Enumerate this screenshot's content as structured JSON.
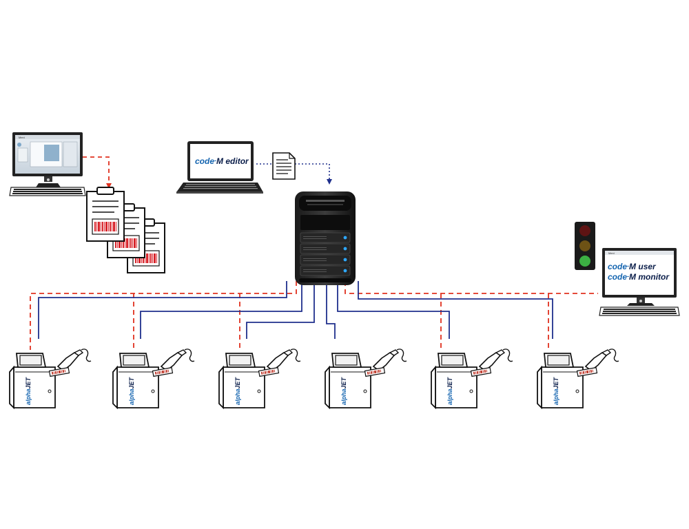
{
  "colors": {
    "ethernet_line": "#1f2f8c",
    "network_dashed": "#e0301e",
    "editor_dotted": "#1f2f8c",
    "brand_blue": "#1565b0",
    "brand_navy": "#0b1e4a",
    "light_red": "#c62828",
    "light_amber": "#7a5a16",
    "light_green": "#3cb043"
  },
  "workstation": {
    "window_title": "Meni",
    "icon": "desktop-monitor-icon"
  },
  "editor_laptop": {
    "brand_code": "code",
    "brand_dash": "-",
    "brand_m": "M",
    "product": "editor",
    "icon": "laptop-icon"
  },
  "document": {
    "icon": "document-icon"
  },
  "server": {
    "icon": "server-rack-icon"
  },
  "job_sheets": {
    "icon": "clipboard-barcode-icon"
  },
  "status_light": {
    "icon": "traffic-light-icon"
  },
  "monitor_station": {
    "window_title": "Meni",
    "brand_code": "code",
    "brand_dash": "-",
    "brand_m": "M",
    "line1_product": "user",
    "line2_product": "monitor",
    "icon": "desktop-monitor-icon"
  },
  "printers": [
    {
      "brand_alpha": "alpha",
      "brand_jet": "JET"
    },
    {
      "brand_alpha": "alpha",
      "brand_jet": "JET"
    },
    {
      "brand_alpha": "alpha",
      "brand_jet": "JET"
    },
    {
      "brand_alpha": "alpha",
      "brand_jet": "JET"
    },
    {
      "brand_alpha": "alpha",
      "brand_jet": "JET"
    },
    {
      "brand_alpha": "alpha",
      "brand_jet": "JET"
    }
  ]
}
